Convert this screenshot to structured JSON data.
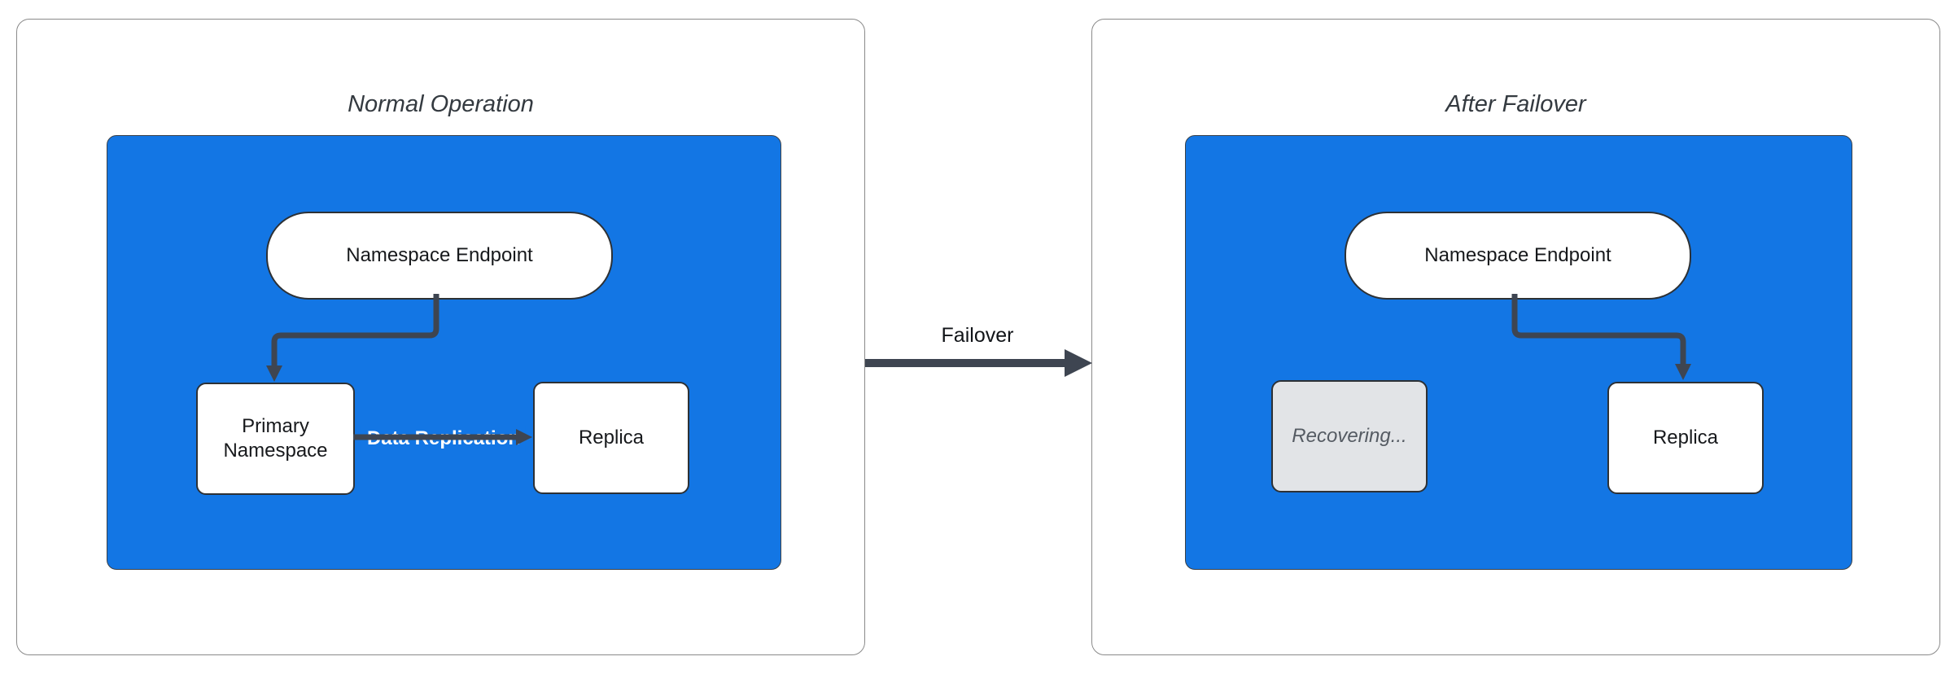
{
  "left_panel": {
    "title": "Normal Operation",
    "endpoint": "Namespace Endpoint",
    "primary": "Primary Namespace",
    "replica": "Replica",
    "replication_label": "Data Replication"
  },
  "right_panel": {
    "title": "After Failover",
    "endpoint": "Namespace Endpoint",
    "recovering": "Recovering...",
    "replica": "Replica"
  },
  "failover_label": "Failover",
  "colors": {
    "container-fill": "#1376e4",
    "container-border": "#3b4147",
    "edge": "#3e4551",
    "node-border": "#2d3135",
    "panel-border": "#8a8a8a",
    "title-text": "#343a40",
    "node-text": "#17191c",
    "recovering-fill": "#e2e4e7",
    "recovering-text": "#555b63",
    "edge-label-dark": "#111418"
  }
}
